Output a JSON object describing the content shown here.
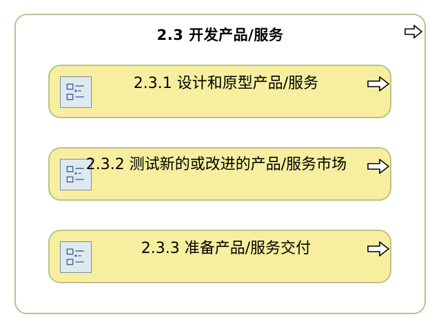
{
  "diagram": {
    "title": "2.3 开发产品/服务",
    "title_arrow_icon": "right-arrow-outline-icon",
    "items": [
      {
        "label": "2.3.1 设计和原型产品/服务",
        "icon": "list-tree-icon",
        "arrow_icon": "right-arrow-outline-icon"
      },
      {
        "label": "2.3.2 测试新的或改进的产品/服务市场",
        "icon": "list-tree-icon",
        "arrow_icon": "right-arrow-outline-icon"
      },
      {
        "label": "2.3.3 准备产品/服务交付",
        "icon": "list-tree-icon",
        "arrow_icon": "right-arrow-outline-icon"
      }
    ],
    "colors": {
      "border": "#b7c28a",
      "child_fill": "#f7ef9f",
      "icon_fill": "#dfe9ef",
      "icon_stroke": "#7b8b9b"
    }
  }
}
